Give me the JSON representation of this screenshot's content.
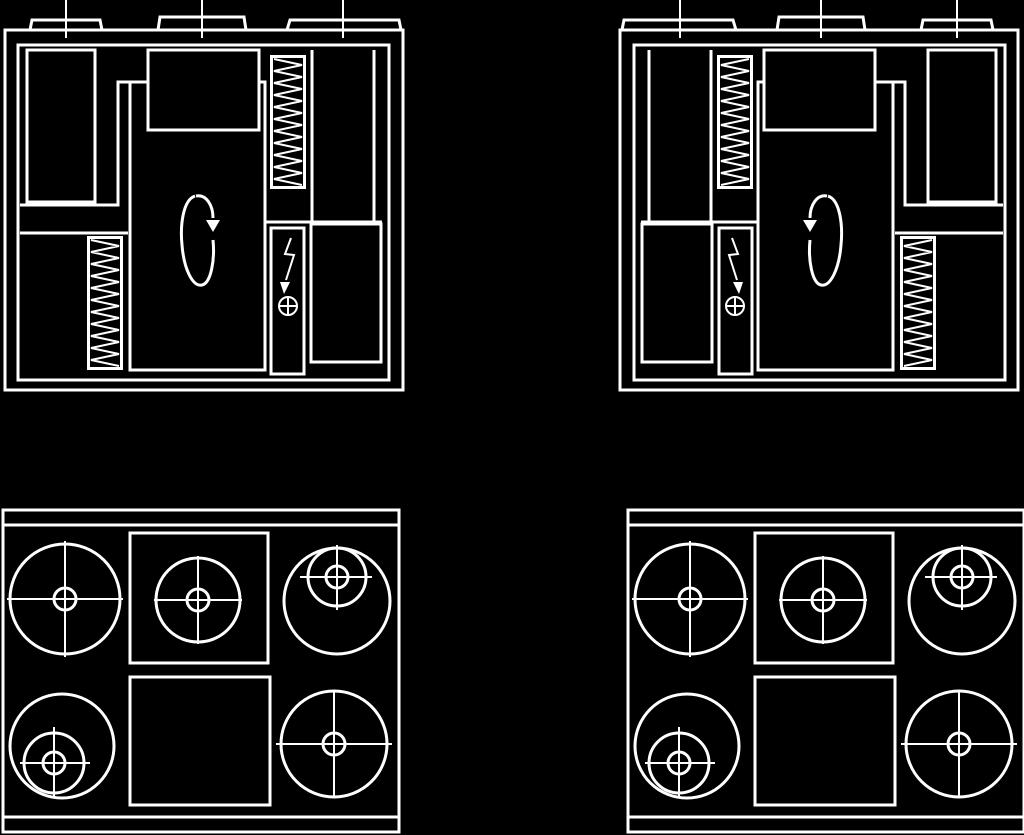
{
  "diagram": {
    "background_color": "#000000",
    "line_color": "#ffffff",
    "views": [
      {
        "id": "front-left",
        "kind": "front",
        "mirrored": false
      },
      {
        "id": "front-right",
        "kind": "front",
        "mirrored": true
      },
      {
        "id": "top-left",
        "kind": "top",
        "mirrored": false
      },
      {
        "id": "top-right",
        "kind": "top",
        "mirrored": true
      }
    ],
    "icons": {
      "rotation": "rotation-arrow-icon",
      "electric": "lightning-icon",
      "heater": "circle-plus-icon",
      "heat_exchanger": "zigzag-coil-icon",
      "duct": "duct-connection-icon"
    }
  }
}
